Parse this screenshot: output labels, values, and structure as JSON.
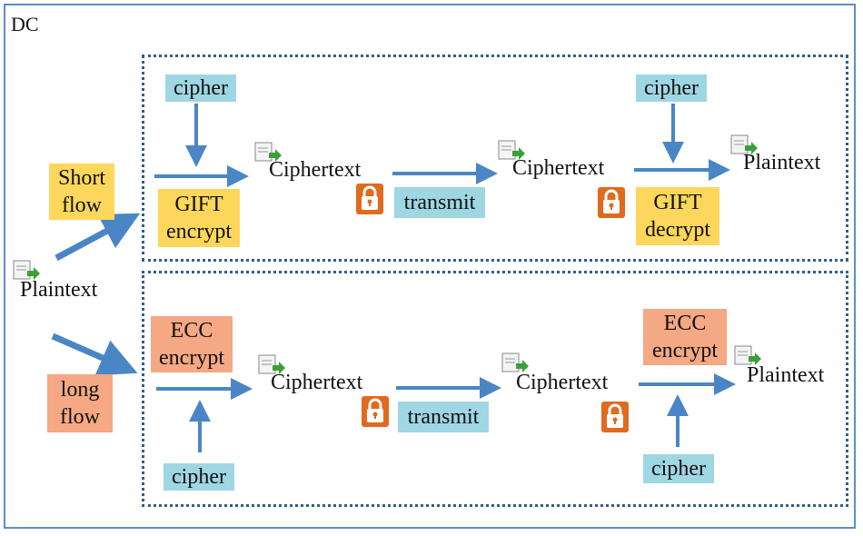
{
  "figure": {
    "title": "DC",
    "start_label": "Plaintext",
    "short": {
      "flow_label": "Short flow",
      "cipher_in": "cipher",
      "encrypt": "GIFT encrypt",
      "ciphertext_1": "Ciphertext",
      "transmit": "transmit",
      "ciphertext_2": "Ciphertext",
      "cipher_out": "cipher",
      "decrypt": "GIFT decrypt",
      "plaintext_out": "Plaintext"
    },
    "long": {
      "flow_label": "long flow",
      "encrypt": "ECC encrypt",
      "cipher_in": "cipher",
      "ciphertext_1": "Ciphertext",
      "transmit": "transmit",
      "ciphertext_2": "Ciphertext",
      "decrypt": "ECC encrypt",
      "cipher_out": "cipher",
      "plaintext_out": "Plaintext"
    }
  },
  "icons": [
    "document-arrow-icon",
    "lock-icon",
    "arrow-icon"
  ],
  "colors": {
    "box_blue": "#9fd6e3",
    "box_yellow": "#fcd75b",
    "box_orange": "#f4a884",
    "arrow": "#4a86c5",
    "lock": "#e06a1d",
    "panel_border": "#2e5f8a",
    "frame_border": "#5b8ec9"
  }
}
